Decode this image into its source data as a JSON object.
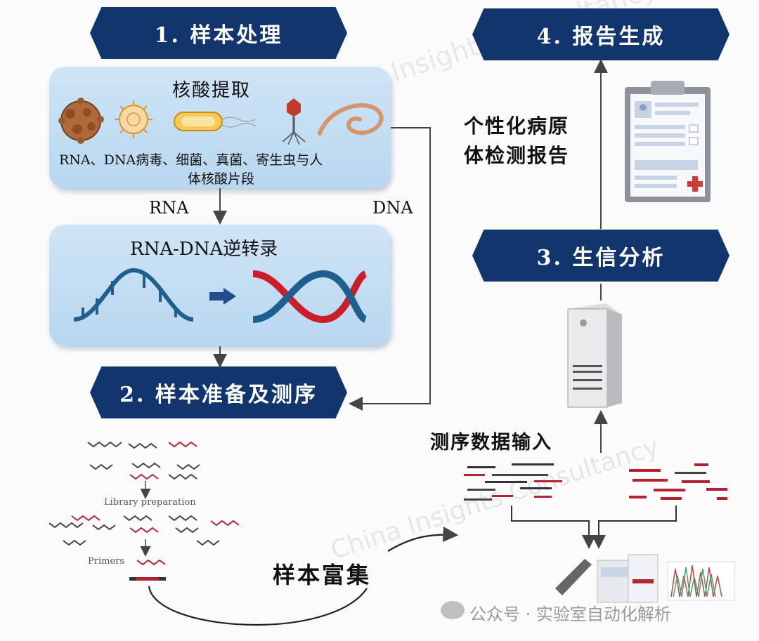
{
  "steps": {
    "step1": "1. 样本处理",
    "step2": "2. 样本准备及测序",
    "step3": "3. 生信分析",
    "step4": "4. 报告生成"
  },
  "extraction": {
    "title": "核酸提取",
    "desc_line1": "RNA、DNA病毒、细菌、真菌、寄生虫与人",
    "desc_line2": "体核酸片段"
  },
  "flow_labels": {
    "rna": "RNA",
    "dna": "DNA"
  },
  "reverse_transcription": {
    "title": "RNA-DNA逆转录"
  },
  "library": {
    "prep_label": "Library preparation",
    "primers_label": "Primers"
  },
  "enrichment_label": "样本富集",
  "sequencing_input_label": "测序数据输入",
  "report": {
    "line1": "个性化病原",
    "line2": "体检测报告"
  },
  "watermark": {
    "brand_text": "China Insights Consultancy",
    "footer": "公众号 · 实验室自动化解析"
  }
}
